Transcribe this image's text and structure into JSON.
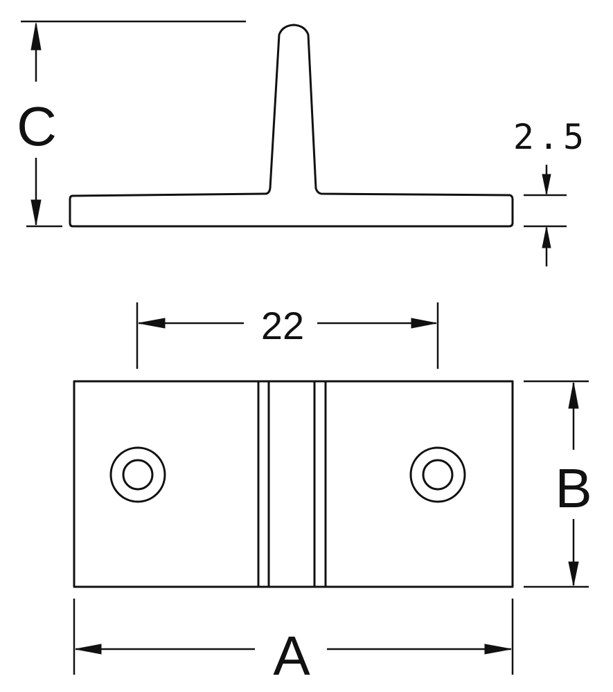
{
  "diagram": {
    "labels": {
      "height": "C",
      "base_thickness": "2.5",
      "hole_spacing": "22",
      "width": "B",
      "length": "A"
    }
  }
}
